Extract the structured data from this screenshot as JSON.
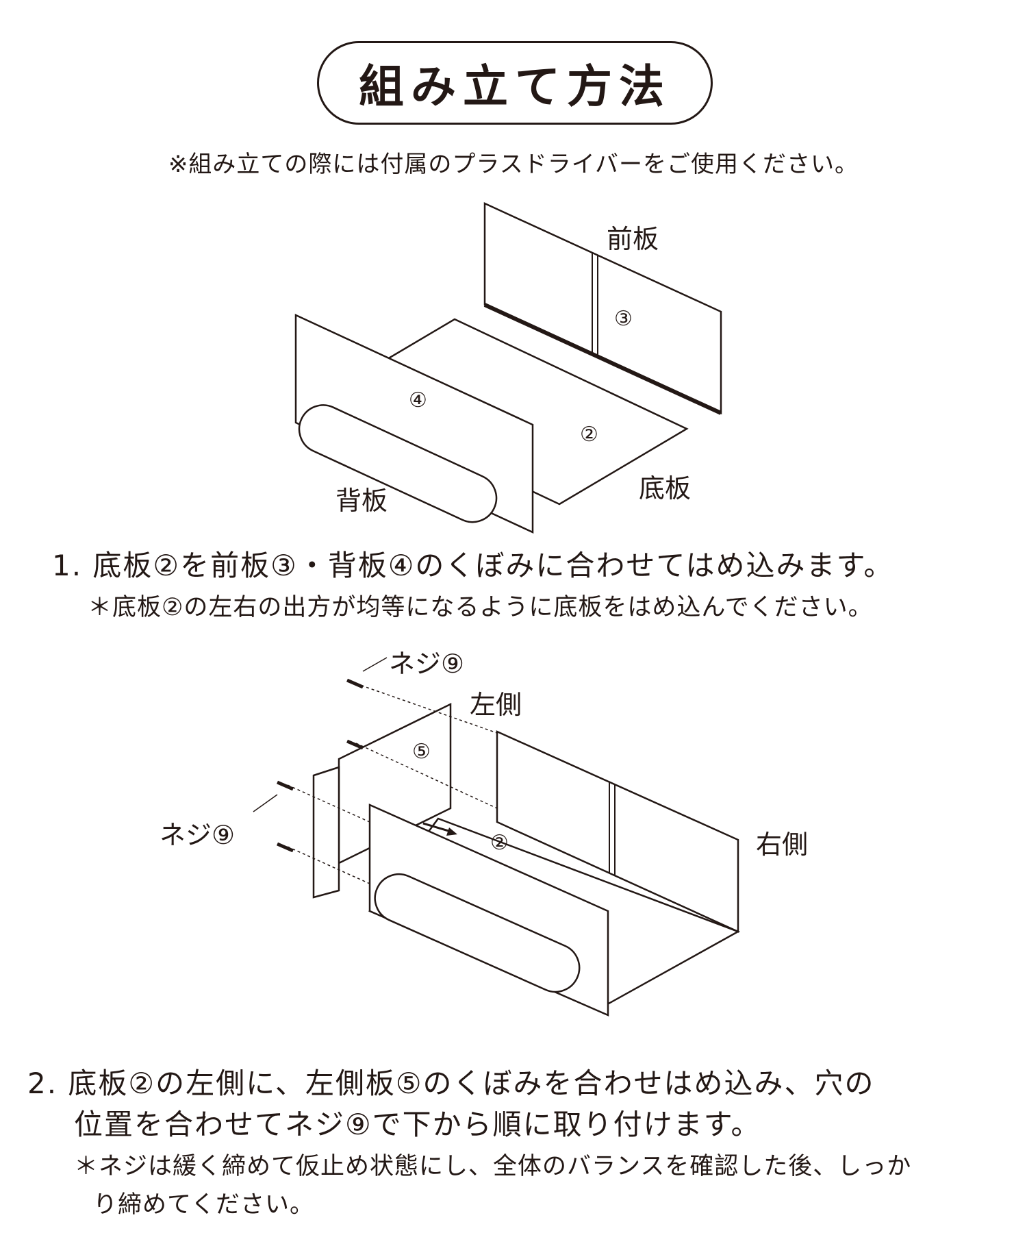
{
  "title": "組み立て方法",
  "note": "※組み立ての際には付属のプラスドライバーをご使用ください。",
  "diagram1": {
    "front": "前板",
    "back": "背板",
    "bottom": "底板",
    "n3": "③",
    "n4": "④",
    "n2": "②"
  },
  "step1": {
    "text": "1. 底板②を前板③・背板④のくぼみに合わせてはめ込みます。",
    "sub": "＊底板②の左右の出方が均等になるように底板をはめ込んでください。"
  },
  "diagram2": {
    "screw_top": "ネジ⑨",
    "screw_left": "ネジ⑨",
    "left": "左側",
    "right": "右側",
    "n5": "⑤",
    "n2": "②"
  },
  "step2": {
    "line1": "2. 底板②の左側に、左側板⑤のくぼみを合わせはめ込み、穴の",
    "line2": "位置を合わせてネジ⑨で下から順に取り付けます。",
    "sub1": "＊ネジは緩く締めて仮止め状態にし、全体のバランスを確認した後、しっか",
    "sub2": "り締めてください。"
  }
}
